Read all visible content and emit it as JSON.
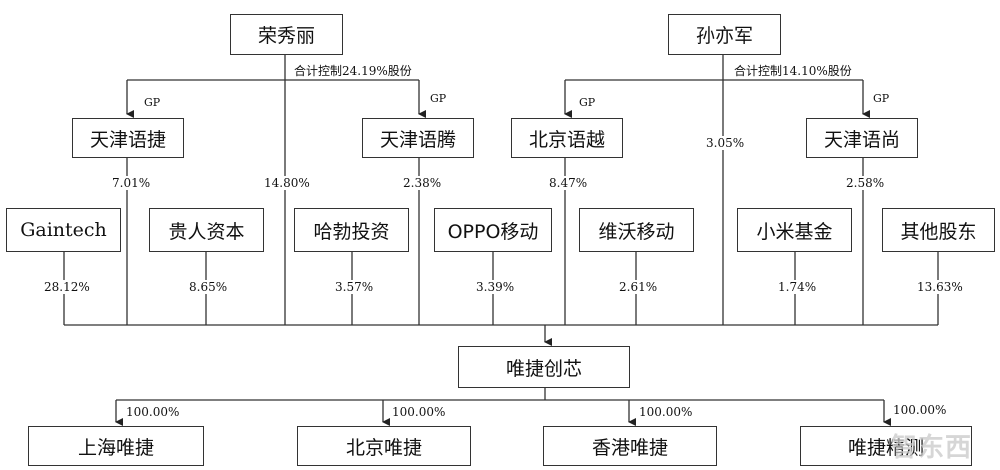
{
  "top_people": {
    "rong": "荣秀丽",
    "sun": "孙亦军"
  },
  "control_notes": {
    "rong": "合计控制24.19%股份",
    "sun": "合计控制14.10%股份"
  },
  "gp_label": "GP",
  "partnerships": {
    "yujie": "天津语捷",
    "yuteng": "天津语腾",
    "yuyue": "北京语越",
    "yushang": "天津语尚"
  },
  "shareholders": {
    "gaintech": "Gaintech",
    "guiren": "贵人资本",
    "habo": "哈勃投资",
    "oppo": "OPPO移动",
    "weiwo": "维沃移动",
    "xiaomi": "小米基金",
    "others": "其他股东"
  },
  "percentages": {
    "yujie": "7.01%",
    "rong_direct": "14.80%",
    "yuteng": "2.38%",
    "yuyue": "8.47%",
    "sun_direct": "3.05%",
    "yushang": "2.58%",
    "gaintech": "28.12%",
    "guiren": "8.65%",
    "habo": "3.57%",
    "oppo": "3.39%",
    "weiwo": "2.61%",
    "xiaomi": "1.74%",
    "others": "13.63%"
  },
  "company": "唯捷创芯",
  "subsidiaries": {
    "shanghai": "上海唯捷",
    "beijing": "北京唯捷",
    "hongkong": "香港唯捷",
    "jingce": "唯捷精测"
  },
  "subsidiary_pct": "100.00%",
  "watermark": "智东西"
}
